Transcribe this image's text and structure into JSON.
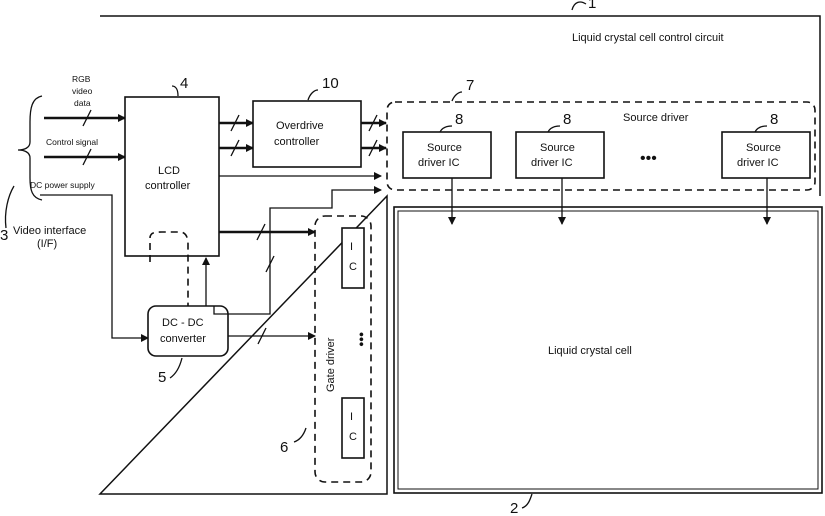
{
  "title": "Liquid crystal cell control circuit",
  "ref_numbers": {
    "outer": "1",
    "cell": "2",
    "interface": "3",
    "lcd": "4",
    "dcdc": "5",
    "gate": "6",
    "source_group": "7",
    "source_ic": "8",
    "overdrive": "10"
  },
  "inputs": {
    "rgb": [
      "RGB",
      "video",
      "data"
    ],
    "control": "Control signal",
    "power": "DC power supply"
  },
  "interface_label": [
    "Video interface",
    "(I/F)"
  ],
  "lcd_controller": [
    "LCD",
    "controller"
  ],
  "overdrive_controller": [
    "Overdrive",
    "controller"
  ],
  "source_driver_label": "Source driver",
  "source_driver_ic": [
    "Source",
    "driver IC"
  ],
  "ellipsis": "•••",
  "dcdc_converter": [
    "DC - DC",
    "converter"
  ],
  "gate_driver_label": "Gate driver",
  "gate_ic_label": [
    "I",
    "C"
  ],
  "liquid_crystal_cell": "Liquid crystal cell"
}
